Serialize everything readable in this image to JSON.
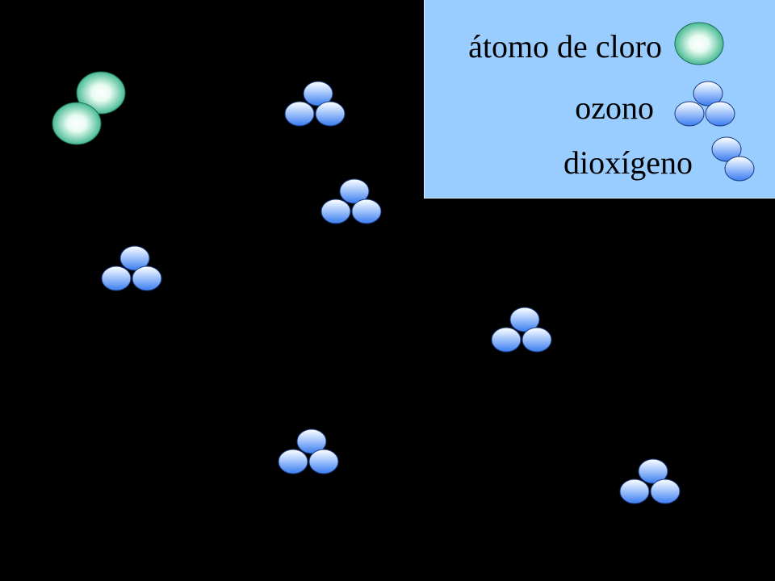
{
  "colors": {
    "background": "#000000",
    "legend_background": "#99ccff",
    "chlorine_center": "#ffffff",
    "chlorine_edge": "#2db083",
    "oxygen_center": "#ffffff",
    "oxygen_edge": "#3a7df0"
  },
  "legend": {
    "chlorine_label": "átomo de cloro",
    "ozone_label": "ozono",
    "dioxygen_label": "dioxígeno"
  },
  "molecules": {
    "chlorine_count": 2,
    "ozone_count": 6,
    "dioxygen_count": 0
  }
}
